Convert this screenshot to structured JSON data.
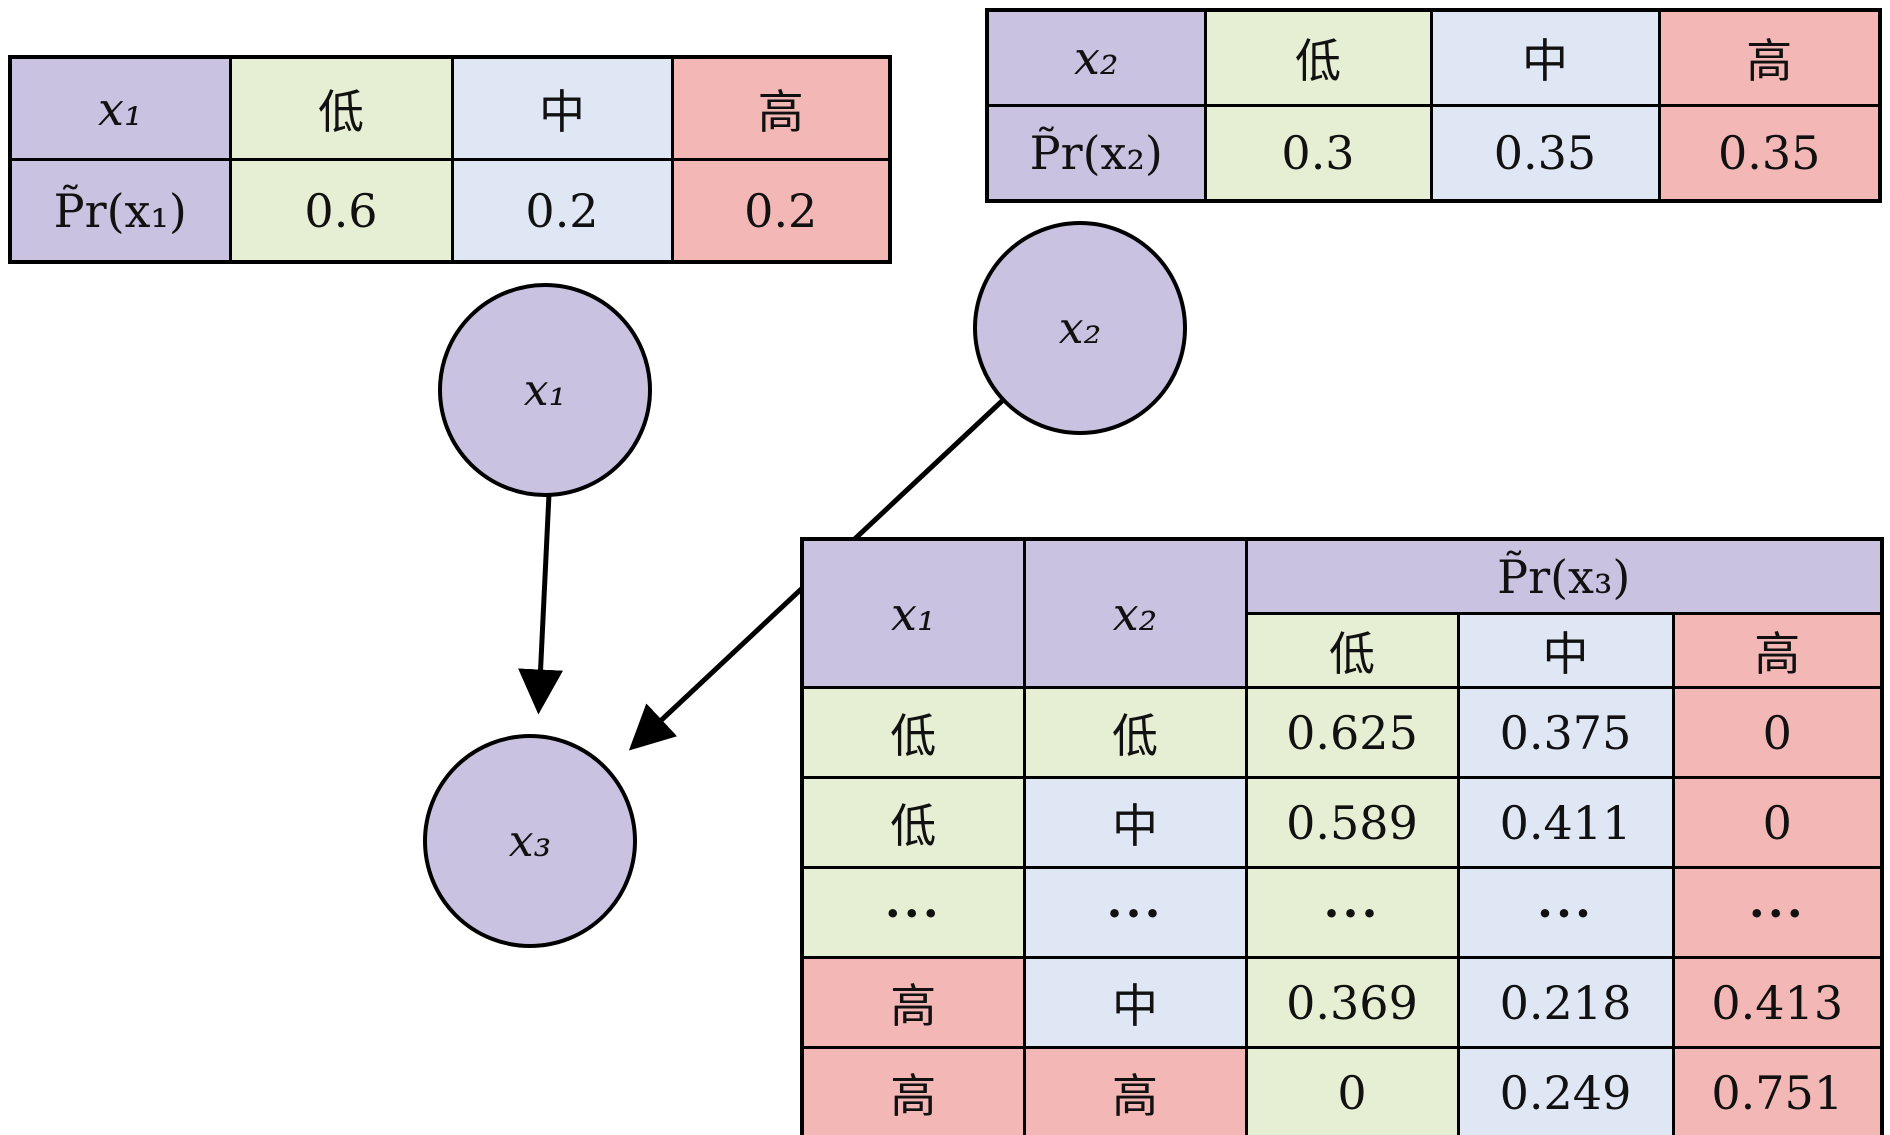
{
  "colors": {
    "header": "#c9c2e0",
    "low": "#e6efd4",
    "mid": "#dfe7f5",
    "high": "#f3b7b5",
    "node": "#c9c2e0",
    "line": "#000000"
  },
  "nodes": {
    "x1": "x₁",
    "x2": "x₂",
    "x3": "x₃"
  },
  "table_x1": {
    "header": [
      "x₁",
      "低",
      "中",
      "高"
    ],
    "row": [
      "P̃r(x₁)",
      "0.6",
      "0.2",
      "0.2"
    ]
  },
  "table_x2": {
    "header": [
      "x₂",
      "低",
      "中",
      "高"
    ],
    "row": [
      "P̃r(x₂)",
      "0.3",
      "0.35",
      "0.35"
    ]
  },
  "table_x3": {
    "col1": "x₁",
    "col2": "x₂",
    "pr_header": "P̃r(x₃)",
    "sub_header": [
      "低",
      "中",
      "高"
    ],
    "rows": [
      [
        "低",
        "低",
        "0.625",
        "0.375",
        "0"
      ],
      [
        "低",
        "中",
        "0.589",
        "0.411",
        "0"
      ],
      [
        "···",
        "···",
        "···",
        "···",
        "···"
      ],
      [
        "高",
        "中",
        "0.369",
        "0.218",
        "0.413"
      ],
      [
        "高",
        "高",
        "0",
        "0.249",
        "0.751"
      ]
    ]
  }
}
